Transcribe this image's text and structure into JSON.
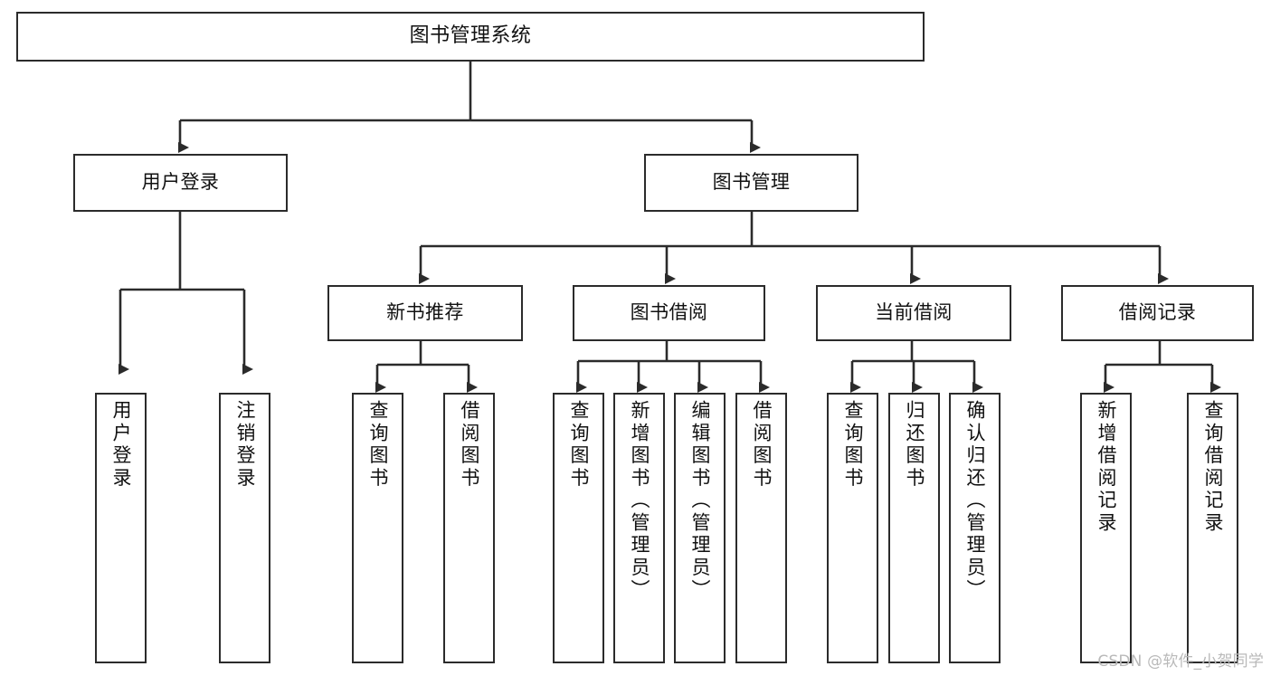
{
  "diagram": {
    "type": "tree",
    "title": "图书管理系统",
    "orientation": "top-down",
    "root": {
      "label": "图书管理系统"
    },
    "level2": [
      {
        "label": "用户登录"
      },
      {
        "label": "图书管理"
      }
    ],
    "level3": [
      {
        "label": "新书推荐"
      },
      {
        "label": "图书借阅"
      },
      {
        "label": "当前借阅"
      },
      {
        "label": "借阅记录"
      }
    ],
    "leaves": [
      {
        "label": "用户登录",
        "parent": "用户登录"
      },
      {
        "label": "注销登录",
        "parent": "用户登录"
      },
      {
        "label": "查询图书",
        "parent": "新书推荐"
      },
      {
        "label": "借阅图书",
        "parent": "新书推荐"
      },
      {
        "label": "查询图书",
        "parent": "图书借阅"
      },
      {
        "label": "新增图书（管理员）",
        "parent": "图书借阅"
      },
      {
        "label": "编辑图书（管理员）",
        "parent": "图书借阅"
      },
      {
        "label": "借阅图书",
        "parent": "图书借阅"
      },
      {
        "label": "查询图书",
        "parent": "当前借阅"
      },
      {
        "label": "归还图书",
        "parent": "当前借阅"
      },
      {
        "label": "确认归还（管理员）",
        "parent": "当前借阅"
      },
      {
        "label": "新增借阅记录",
        "parent": "借阅记录"
      },
      {
        "label": "查询借阅记录",
        "parent": "借阅记录"
      }
    ]
  },
  "watermark": {
    "text": "CSDN @软件_小贺同学"
  },
  "colors": {
    "stroke": "#2b2b2b",
    "fill": "#ffffff",
    "text": "#111111",
    "watermark": "#b9b9b9",
    "background": "#ffffff"
  }
}
